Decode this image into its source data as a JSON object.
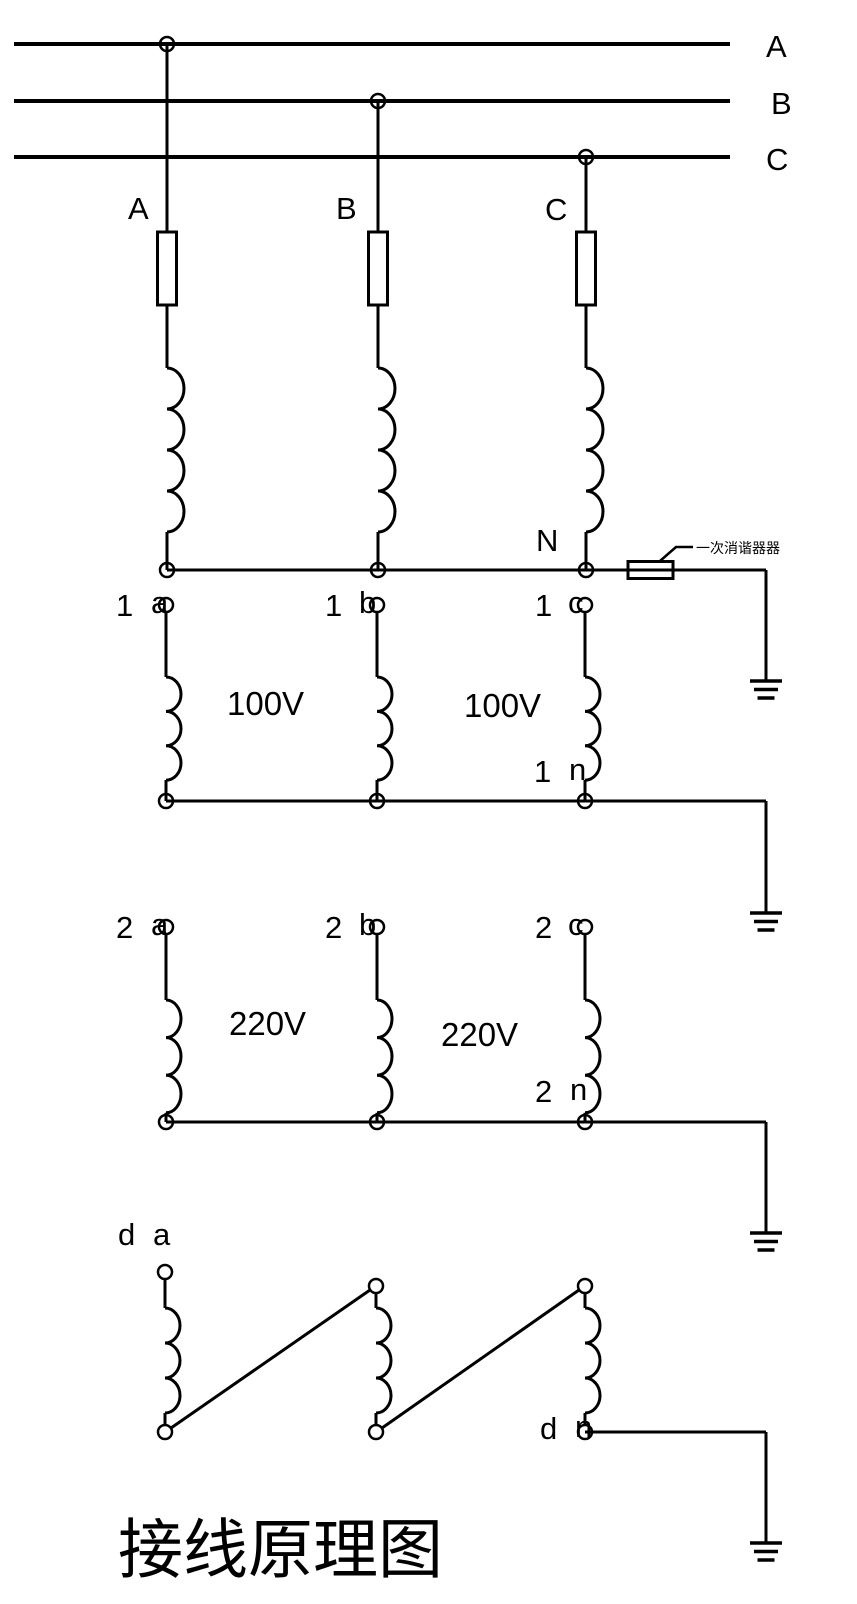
{
  "colors": {
    "line": "#000000",
    "background": "#ffffff"
  },
  "bus_lines": {
    "a": "A",
    "b": "B",
    "c": "C"
  },
  "phase_fuse_labels": {
    "a": "A",
    "b": "B",
    "c": "C"
  },
  "primary": {
    "neutral_label": "N",
    "eliminator_label": "一次消谐器器"
  },
  "winding_100v": {
    "terminals": {
      "a_num": "1",
      "a": "a",
      "b_num": "1",
      "b": "b",
      "c_num": "1",
      "c": "c"
    },
    "voltage_left": "100V",
    "voltage_right": "100V",
    "neutral_num": "1",
    "neutral": "n"
  },
  "winding_220v": {
    "terminals": {
      "a_num": "2",
      "a": "a",
      "b_num": "2",
      "b": "b",
      "c_num": "2",
      "c": "c"
    },
    "voltage_left": "220V",
    "voltage_right": "220V",
    "neutral_num": "2",
    "neutral": "n"
  },
  "winding_delta": {
    "start_num": "d",
    "start": "a",
    "end_num": "d",
    "end": "n"
  },
  "title": "接线原理图"
}
